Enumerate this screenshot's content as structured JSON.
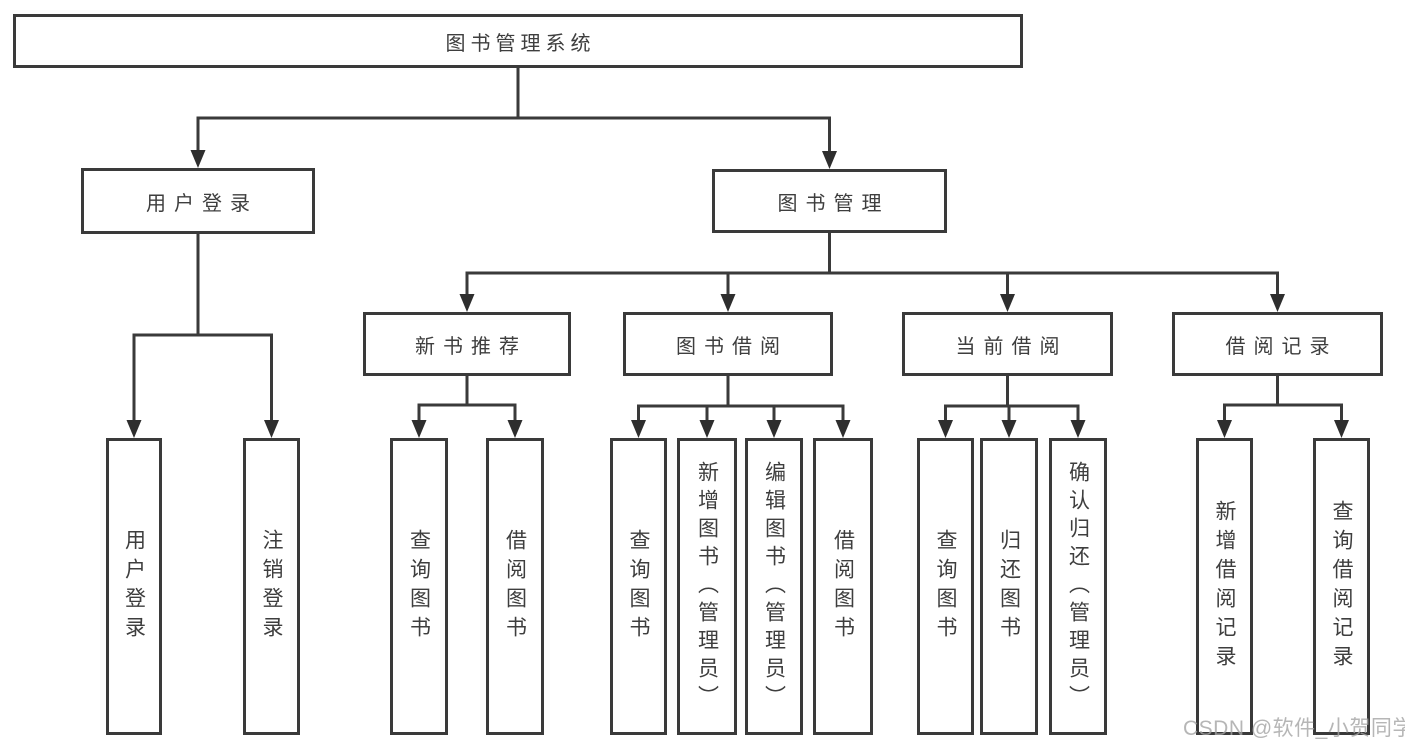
{
  "tree": {
    "label": "图书管理系统",
    "children": [
      {
        "label": "用户登录",
        "children": [
          {
            "label": "用户登录"
          },
          {
            "label": "注销登录"
          }
        ]
      },
      {
        "label": "图书管理",
        "children": [
          {
            "label": "新书推荐",
            "children": [
              {
                "label": "查询图书"
              },
              {
                "label": "借阅图书"
              }
            ]
          },
          {
            "label": "图书借阅",
            "children": [
              {
                "label": "查询图书"
              },
              {
                "label": "新增图书（管理员）"
              },
              {
                "label": "编辑图书（管理员）"
              },
              {
                "label": "借阅图书"
              }
            ]
          },
          {
            "label": "当前借阅",
            "children": [
              {
                "label": "查询图书"
              },
              {
                "label": "归还图书"
              },
              {
                "label": "确认归还（管理员）"
              }
            ]
          },
          {
            "label": "借阅记录",
            "children": [
              {
                "label": "新增借阅记录"
              },
              {
                "label": "查询借阅记录"
              }
            ]
          }
        ]
      }
    ]
  },
  "watermark": {
    "text": "CSDN @软件_小贺同学"
  },
  "colors": {
    "line": "#3a3a3a",
    "text": "#3e3e3e",
    "box_background": "#ffffff",
    "watermark": "#a4a4a4",
    "background": "#ffffff"
  }
}
